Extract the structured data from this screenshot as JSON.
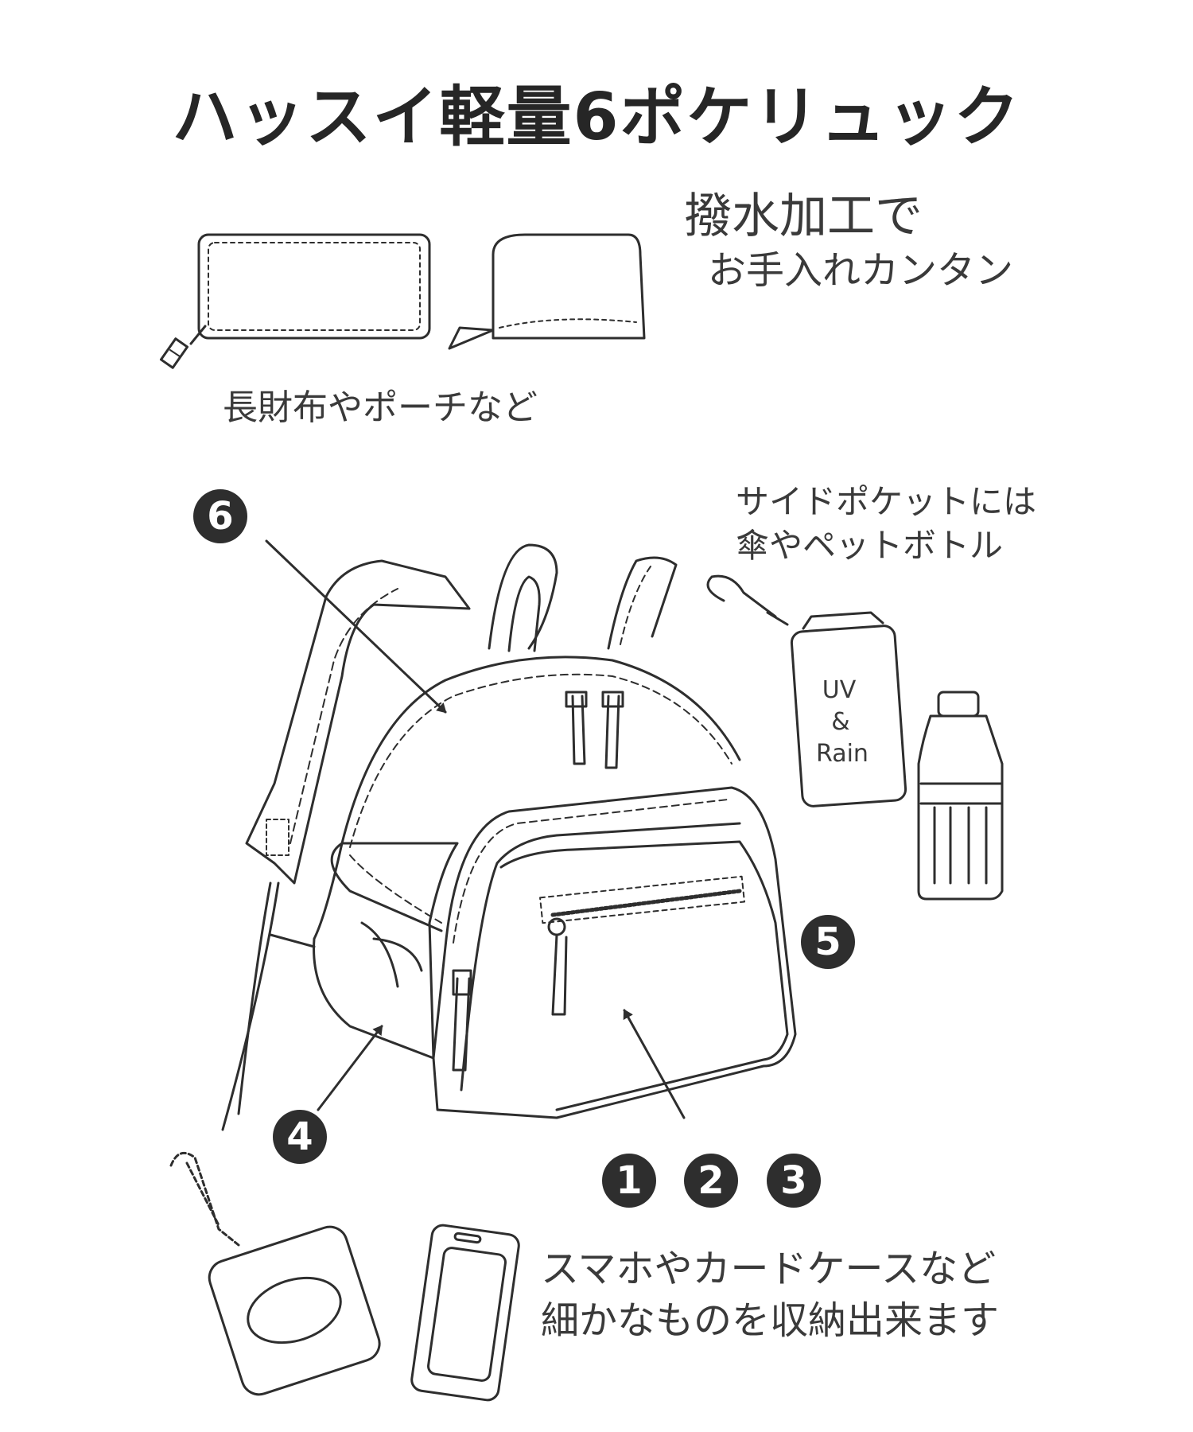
{
  "title": "ハッスイ軽量6ポケリュック",
  "water_repellent": {
    "line1": "撥水加工で",
    "line2": "お手入れカンタン"
  },
  "wallet_caption": "長財布やポーチなど",
  "side_pocket": {
    "line1": "サイドポケットには",
    "line2": "傘やペットボトル"
  },
  "umbrella_label": {
    "line1": "UV",
    "line2": "&",
    "line3": "Rain"
  },
  "small_items": {
    "line1": "スマホやカードケースなど",
    "line2": "細かなものを収納出来ます"
  },
  "pocket_numbers": {
    "n1": "1",
    "n2": "2",
    "n3": "3",
    "n4": "4",
    "n5": "5",
    "n6": "6"
  }
}
